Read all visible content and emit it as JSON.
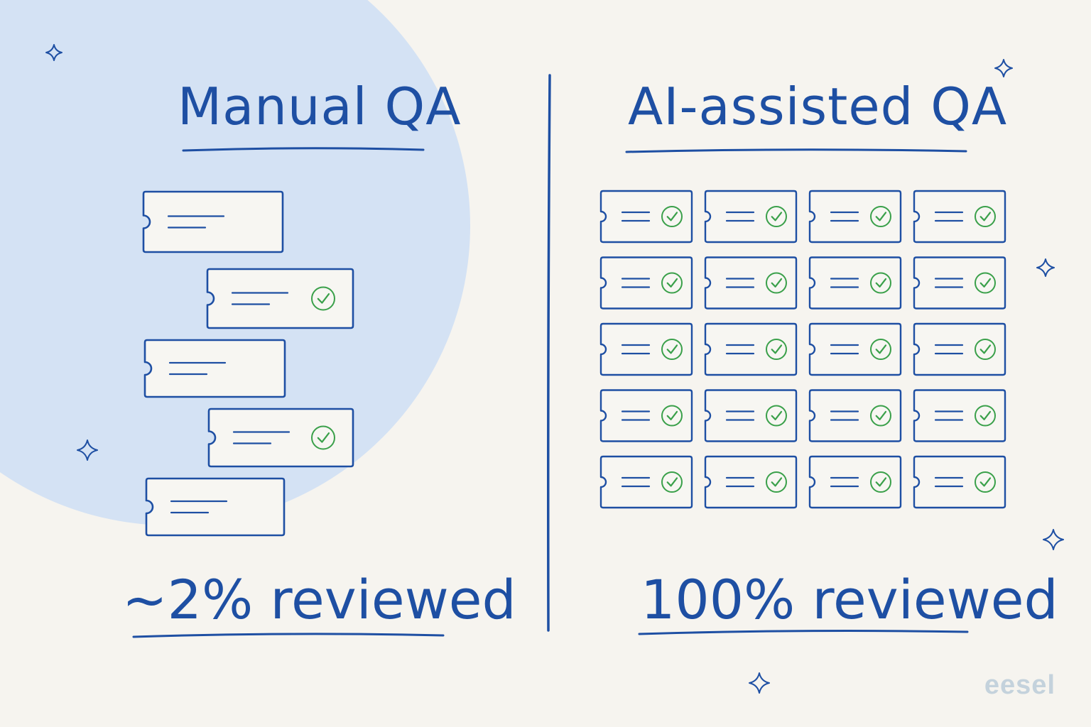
{
  "colors": {
    "background": "#f6f4ef",
    "circle": "#d4e2f4",
    "ink": "#1e4fa3",
    "check": "#3aa04a",
    "card_fill": "#f7f6f2",
    "brand": "#c4d2dc"
  },
  "manual": {
    "title": "Manual QA",
    "stat": "~2% reviewed",
    "tickets": [
      {
        "checked": false
      },
      {
        "checked": true
      },
      {
        "checked": false
      },
      {
        "checked": true
      },
      {
        "checked": false
      }
    ]
  },
  "ai": {
    "title": "AI-assisted QA",
    "stat": "100% reviewed",
    "grid_rows": 5,
    "grid_cols": 4,
    "all_checked": true
  },
  "brand": "eesel",
  "decorations": {
    "sparkle_icon_count": 6
  }
}
